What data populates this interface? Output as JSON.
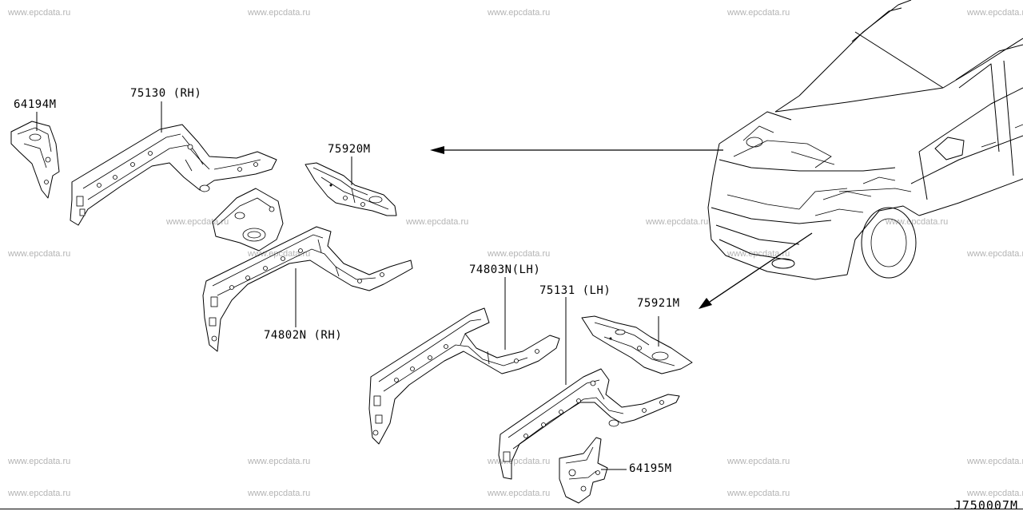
{
  "watermark": "www.epcdata.ru",
  "diagram_code": "J750007M",
  "parts": {
    "p64194": "64194M",
    "p75130": "75130 (RH)",
    "p75920": "75920M",
    "p74802": "74802N (RH)",
    "p74803": "74803N(LH)",
    "p75131": "75131 (LH)",
    "p75921": "75921M",
    "p64195": "64195M"
  }
}
